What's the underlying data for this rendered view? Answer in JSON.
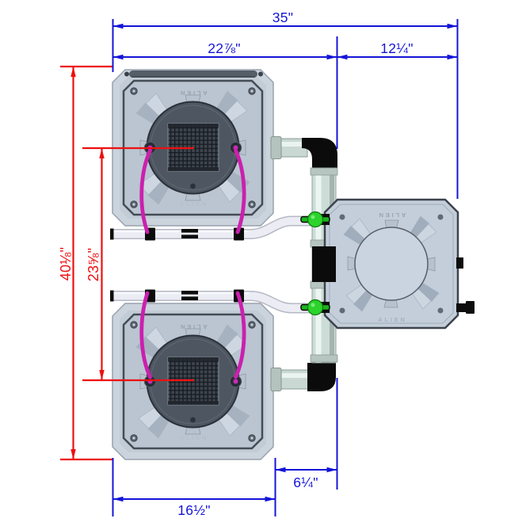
{
  "diagram": {
    "brand": "ALIEN",
    "dimensions": {
      "width_total": "35\"",
      "width_left_section": "22⅞\"",
      "width_right_section": "12¼\"",
      "height_total": "40⅛\"",
      "height_pot_centers": "23⅝\"",
      "width_pot": "16½\"",
      "width_pot_to_pipe": "6¼\""
    },
    "colors": {
      "dimension_blue": "#1414d8",
      "dimension_red": "#ee1010",
      "tube_magenta": "#cb20ae",
      "valve_green": "#2bd32b",
      "pipe_fitting_black": "#0b0b0b",
      "manifold_white": "#ebecf4",
      "pipe_teal": "#ccddd7",
      "pot_gray": "#c9d2dc",
      "lid_dark": "#4e5761",
      "reservoir_gray": "#c3ceda",
      "background": "#ffffff"
    }
  }
}
